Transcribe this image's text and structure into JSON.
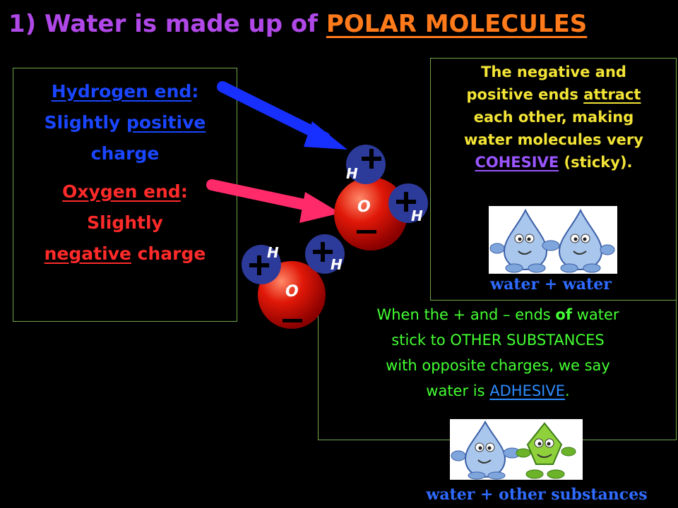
{
  "title": {
    "number": "1)",
    "prefix": "Water is made up of",
    "highlight": "POLAR MOLECULES"
  },
  "left_box": {
    "hydrogen": {
      "label": "Hydrogen end",
      "colon": ":",
      "line2_pre": "Slightly ",
      "line2_u": "positive",
      "line3": "charge"
    },
    "oxygen": {
      "label": "Oxygen end",
      "colon": ":",
      "line2": "Slightly",
      "line3_u": "negative",
      "line3_post": " charge"
    }
  },
  "cohesive": {
    "l1": "The negative and",
    "l2_pre": "positive ends ",
    "l2_u": "attract",
    "l3": "each other, making",
    "l4": "water molecules very",
    "l5_u": "COHESIVE",
    "l5_post": " (sticky)."
  },
  "adhesive": {
    "l1_pre": "When the + and – ends ",
    "l1_of": "of",
    "l1_post": " water",
    "l2": "stick to OTHER SUBSTANCES",
    "l3": "with opposite charges, we say",
    "l4_pre": "water is ",
    "l4_u": "ADHESIVE",
    "l4_post": "."
  },
  "captions": {
    "water_water": "water + water",
    "water_other_a": "water",
    "water_other_plus": "+",
    "water_other_b": "other substances"
  },
  "molecule": {
    "oxygen": "O",
    "hydrogen": "H",
    "plus": "+",
    "minus": "–"
  },
  "colors": {
    "title": "#b048e8",
    "highlight": "#ff7a1a",
    "hydrogen_text": "#1a46ff",
    "oxygen_text": "#ff2a2a",
    "cohesive_text": "#f3e436",
    "adhesive_text": "#44ff33",
    "caption": "#2f6bff",
    "border": "#6fa84a"
  }
}
